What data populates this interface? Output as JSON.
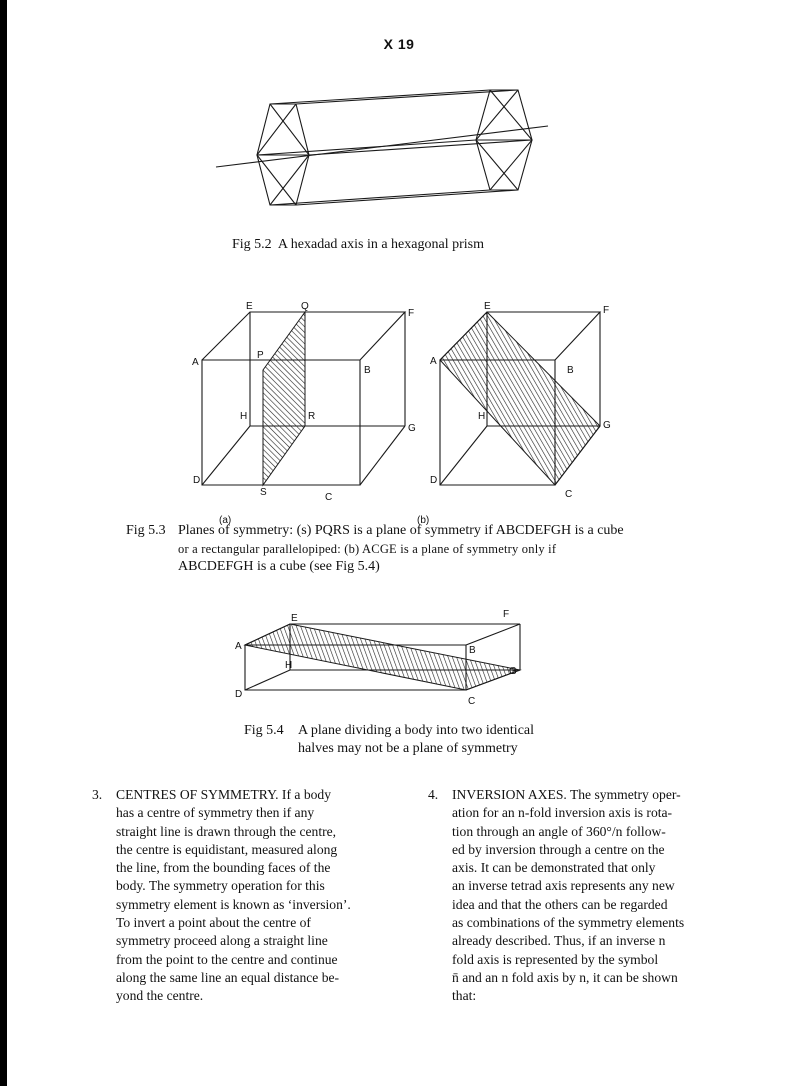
{
  "header": {
    "page_label": "X 19"
  },
  "fig52": {
    "caption_num": "Fig 5.2",
    "caption_text": "A hexadad axis in a hexagonal prism"
  },
  "fig53": {
    "sub_a": "(a)",
    "sub_b": "(b)",
    "labels_a": {
      "E": "E",
      "Q": "Q",
      "F": "F",
      "A": "A",
      "P": "P",
      "B": "B",
      "H": "H",
      "R": "R",
      "G": "G",
      "D": "D",
      "S": "S",
      "C": "C"
    },
    "labels_b": {
      "E": "E",
      "F": "F",
      "A": "A",
      "B": "B",
      "H": "H",
      "G": "G",
      "D": "D",
      "C": "C"
    },
    "caption_num": "Fig 5.3",
    "caption_line1": "Planes of symmetry: (s) PQRS is a plane of symmetry if ABCDEFGH is a cube",
    "caption_line2": "or a rectangular parallelopiped: (b) ACGE is a plane of symmetry only if",
    "caption_line3": "ABCDEFGH is a cube (see Fig 5.4)"
  },
  "fig54": {
    "labels": {
      "E": "E",
      "F": "F",
      "A": "A",
      "B": "B",
      "H": "H",
      "G": "G",
      "D": "D",
      "C": "C"
    },
    "caption_num": "Fig 5.4",
    "caption_line1": "A plane dividing a body into two identical",
    "caption_line2": "halves may not be a plane of symmetry"
  },
  "section3": {
    "number": "3.",
    "lines": [
      "CENTRES OF SYMMETRY. If a body",
      "has a centre of symmetry then if any",
      "straight line is drawn through the centre,",
      "the centre is equidistant, measured along",
      "the line, from the bounding faces of the",
      "body. The symmetry operation for this",
      "symmetry element is known as ‘inversion’.",
      "To invert a point about the centre of",
      "symmetry proceed along a straight line",
      "from the point to the centre and continue",
      "along the same line an equal distance be-",
      "yond the centre."
    ]
  },
  "section4": {
    "number": "4.",
    "lines": [
      "INVERSION AXES. The symmetry oper-",
      "ation for an n-fold inversion axis is rota-",
      "tion through an angle of 360°/n follow-",
      "ed by inversion through a centre on the",
      "axis. It can be demonstrated that only",
      "an inverse tetrad axis represents any new",
      "idea and that the others can be regarded",
      "as combinations of the symmetry elements",
      "already described. Thus, if an inverse n",
      "fold axis is represented by the symbol",
      "n̄ and an n fold axis by n, it can be shown",
      "that:"
    ]
  }
}
